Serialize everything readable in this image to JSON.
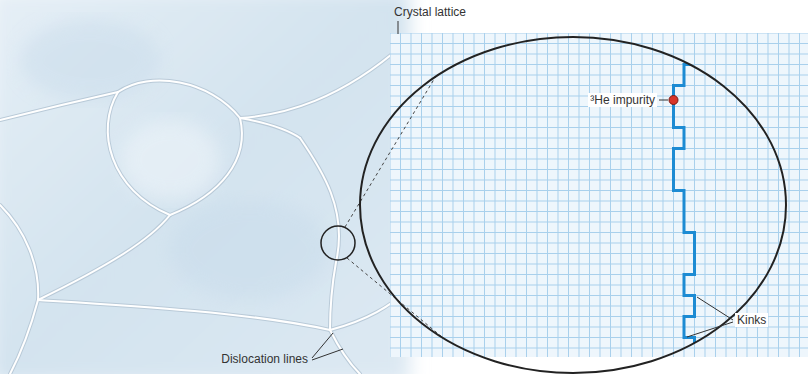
{
  "diagram": {
    "labels": [
      "Crystal lattice",
      "³He impurity",
      "Kinks",
      "Dislocation lines"
    ]
  }
}
